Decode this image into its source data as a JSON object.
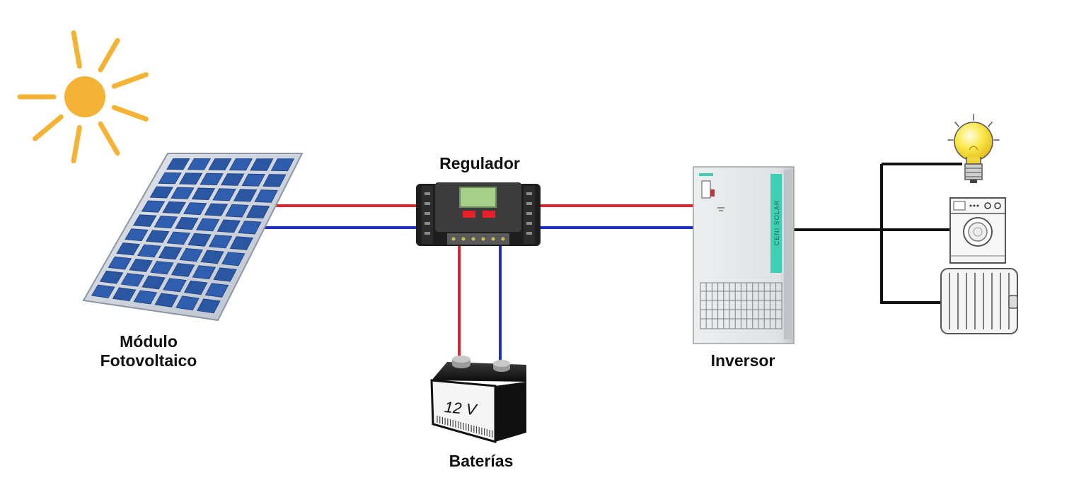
{
  "labels": {
    "module_line1": "Módulo",
    "module_line2": "Fotovoltaico",
    "regulator": "Regulador",
    "battery": "Baterías",
    "inverter": "Inversor"
  },
  "battery_voltage": "12 V",
  "inverter_brand": "CENI SOLAR",
  "colors": {
    "positive_wire": "#e0242c",
    "negative_wire": "#1f2fbf",
    "ac_wire": "#111111",
    "sun": "#f5b335",
    "panel_cell": "#2c5aa8",
    "inverter_stripe": "#3fcfb3",
    "regulator_screen": "#a6cf8a",
    "regulator_leds": "#e8202a"
  },
  "icons": [
    "sun-icon",
    "solar-panel-icon",
    "charge-regulator-icon",
    "battery-icon",
    "inverter-icon",
    "light-bulb-icon",
    "washing-machine-icon",
    "radiator-icon"
  ]
}
